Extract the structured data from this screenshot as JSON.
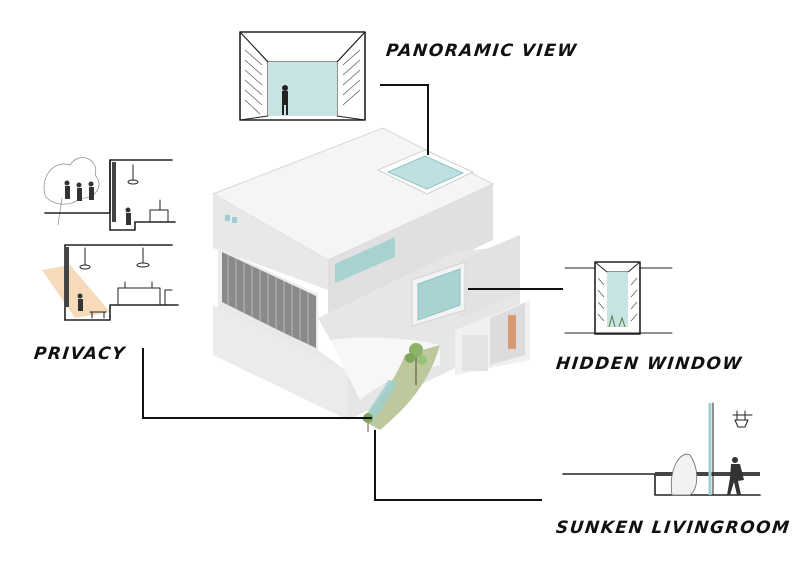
{
  "labels": {
    "panoramic": "PANORAMIC VIEW",
    "privacy": "PRIVACY",
    "hidden_window": "HIDDEN WINDOW",
    "sunken": "SUNKEN LIVINGROOM"
  },
  "colors": {
    "glass": "#bfe0e0",
    "glass_edge": "#8fc4c6",
    "wall_light": "#ececec",
    "wall_top": "#f4f4f4",
    "wall_shade": "#d6d6d6",
    "slat": "#7c7c7c",
    "door": "#d69a72",
    "grass": "#b9c596",
    "tree": "#7ea65a",
    "light_cone": "#f2c99a",
    "ink": "#111111"
  }
}
